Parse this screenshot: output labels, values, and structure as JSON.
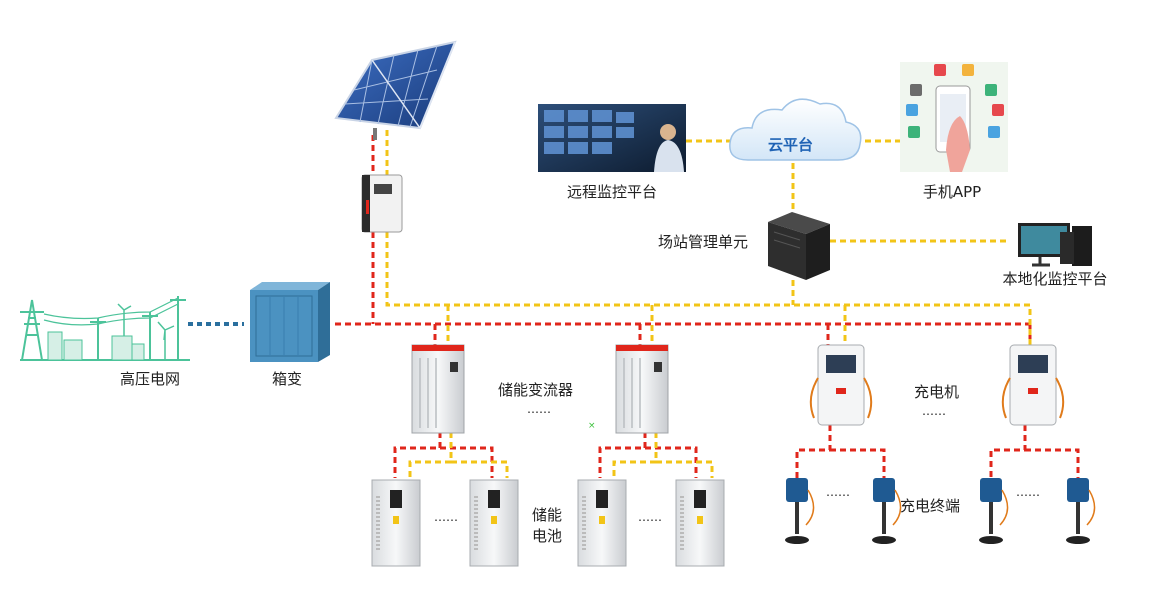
{
  "labels": {
    "grid": "高压电网",
    "box_transformer": "箱变",
    "remote_platform": "远程监控平台",
    "cloud": "云平台",
    "mobile_app": "手机APP",
    "station_unit": "场站管理单元",
    "local_platform": "本地化监控平台",
    "pcs": "储能变流器",
    "pcs_more": "……",
    "charger": "充电机",
    "charger_more": "……",
    "battery_line1": "储能",
    "battery_line2": "电池",
    "battery_more_left": "……",
    "battery_more_right": "……",
    "terminal": "充电终端",
    "terminal_more_left": "……",
    "terminal_more_right": "……"
  },
  "colors": {
    "power_line": "#e0261b",
    "comm_line": "#f2c417",
    "grid_link": "#2a6f9e",
    "accent": "#1f63b5",
    "green": "#4cc39a"
  }
}
